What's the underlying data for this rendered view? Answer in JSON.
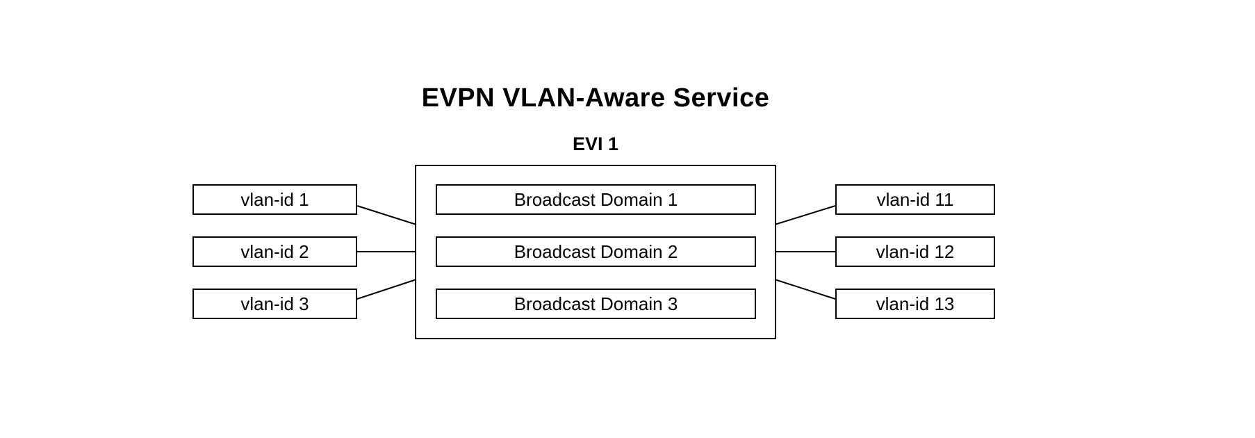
{
  "title": "EVPN VLAN-Aware Service",
  "evi": {
    "label": "EVI 1",
    "broadcast_domains": [
      "Broadcast Domain 1",
      "Broadcast Domain 2",
      "Broadcast Domain 3"
    ]
  },
  "left_vlans": [
    "vlan-id 1",
    "vlan-id 2",
    "vlan-id 3"
  ],
  "right_vlans": [
    "vlan-id 11",
    "vlan-id 12",
    "vlan-id 13"
  ],
  "colors": {
    "line": "#000000",
    "border": "#000000",
    "background": "#ffffff",
    "text": "#000000"
  }
}
